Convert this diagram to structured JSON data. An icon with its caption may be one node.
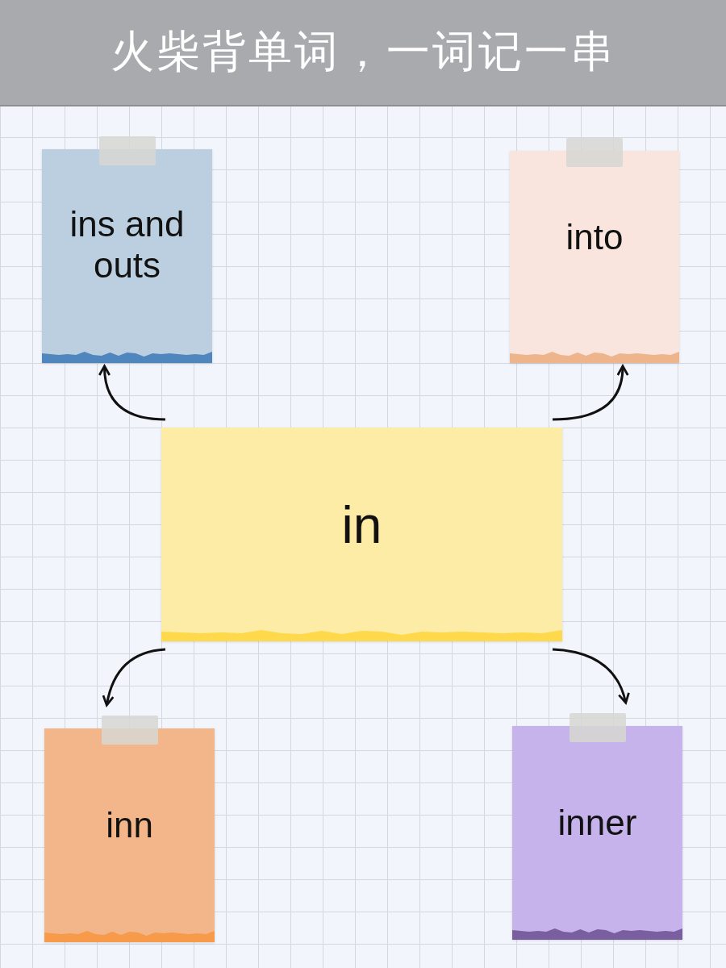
{
  "diagram": {
    "title": "火柴背单词，一词记一串",
    "nodes": [
      {
        "text": [
          "ins and outs"
        ]
      },
      {
        "text": [
          "into"
        ]
      },
      {
        "text": [
          "in"
        ]
      },
      {
        "text": [
          "inn"
        ]
      },
      {
        "text": [
          "inner"
        ]
      }
    ],
    "edges": [
      {
        "from": 2,
        "to": 0,
        "arrow": "to"
      },
      {
        "from": 2,
        "to": 1,
        "arrow": "to"
      },
      {
        "from": 2,
        "to": 3,
        "arrow": "to"
      },
      {
        "from": 2,
        "to": 4,
        "arrow": "to"
      }
    ]
  }
}
